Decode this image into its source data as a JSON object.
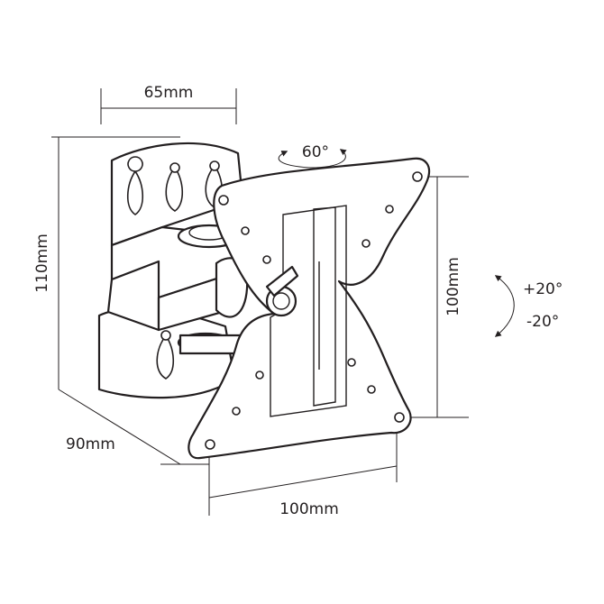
{
  "dimensions": {
    "bracket_width": "65mm",
    "bracket_height": "110mm",
    "depth": "90mm",
    "vesa_width": "100mm",
    "vesa_height": "100mm"
  },
  "rotation": {
    "swivel": "60°",
    "tilt_up": "+20°",
    "tilt_down": "-20°"
  },
  "colors": {
    "line": "#231f20",
    "background": "#ffffff"
  }
}
